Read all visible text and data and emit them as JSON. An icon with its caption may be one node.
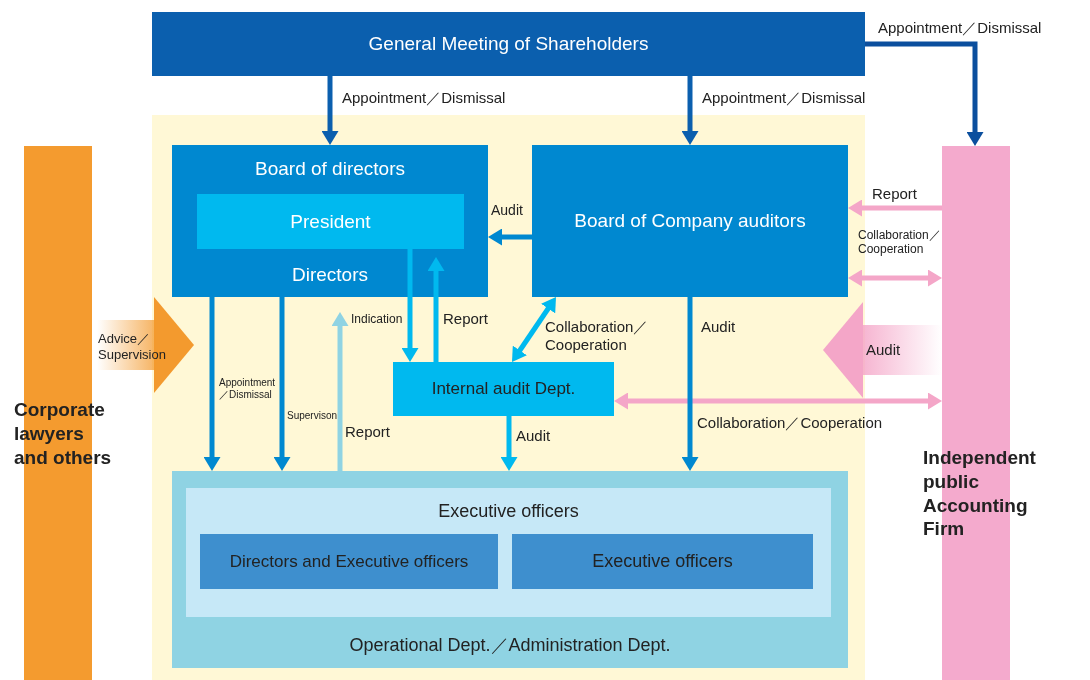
{
  "diagram": {
    "nodes": [
      {
        "text": [
          "General Meeting of Shareholders"
        ]
      },
      {
        "text": [],
        "shape": "box"
      },
      {
        "text": [
          "Board of directors",
          "Directors"
        ],
        "in": 1
      },
      {
        "text": [
          "President"
        ],
        "in": 2
      },
      {
        "text": [
          "Board of Company auditors"
        ],
        "in": 1
      },
      {
        "text": [
          "Internal audit Dept."
        ],
        "in": 1
      },
      {
        "text": [
          "Operational Dept.／Administration Dept."
        ],
        "in": 1
      },
      {
        "text": [
          "Executive officers"
        ],
        "in": 6
      },
      {
        "text": [
          "Directors and Executive officers"
        ],
        "in": 7
      },
      {
        "text": [
          "Executive officers"
        ],
        "in": 7
      },
      {
        "text": [
          "Corporate lawyers and others"
        ]
      },
      {
        "text": [
          "Independent public Accounting Firm"
        ]
      }
    ],
    "edges": [
      {
        "from": 0,
        "to": 2,
        "arrow": "to",
        "label": "Appointment／Dismissal",
        "color": "#0b5fae"
      },
      {
        "from": 0,
        "to": 4,
        "arrow": "to",
        "label": "Appointment／Dismissal",
        "color": "#0b5fae"
      },
      {
        "from": 0,
        "to": 11,
        "arrow": "to",
        "label": "Appointment／Dismissal",
        "color": "#0b4f9e"
      },
      {
        "from": 4,
        "to": 2,
        "arrow": "to",
        "label": "Audit",
        "color": "#0088d0"
      },
      {
        "from": 11,
        "to": 4,
        "arrow": "to",
        "label": "Report",
        "color": "#f4a6c8"
      },
      {
        "from": 4,
        "to": 11,
        "arrow": "both",
        "label": "Collaboration／Cooperation",
        "color": "#f4a6c8"
      },
      {
        "from": 3,
        "to": 5,
        "arrow": "to",
        "label": "Indication",
        "color": "#00b9ef"
      },
      {
        "from": 5,
        "to": 2,
        "arrow": "to",
        "label": "Report",
        "color": "#00b9ef"
      },
      {
        "from": 4,
        "to": 5,
        "arrow": "both",
        "label": "Collaboration／Cooperation",
        "color": "#00b9ef"
      },
      {
        "from": 5,
        "to": 11,
        "arrow": "both",
        "label": "Collaboration／Cooperation",
        "color": "#f4a6c8"
      },
      {
        "from": 2,
        "to": 6,
        "arrow": "to",
        "label": "Appointment／Dismissal",
        "color": "#0088d0"
      },
      {
        "from": 2,
        "to": 6,
        "arrow": "to",
        "label": "Supervison",
        "color": "#0088d0"
      },
      {
        "from": 6,
        "to": 2,
        "arrow": "to",
        "label": "Report",
        "color": "#8fd3e3"
      },
      {
        "from": 5,
        "to": 6,
        "arrow": "to",
        "label": "Audit",
        "color": "#00b9ef"
      },
      {
        "from": 4,
        "to": 6,
        "arrow": "to",
        "label": "Audit",
        "color": "#0088d0"
      },
      {
        "from": 10,
        "to": 1,
        "arrow": "to",
        "label": "Advice／Supervision",
        "style": "thick",
        "color": "#f39a2e"
      },
      {
        "from": 11,
        "to": 1,
        "arrow": "to",
        "label": "Audit",
        "style": "thick",
        "color": "#f4a6c8"
      }
    ]
  }
}
